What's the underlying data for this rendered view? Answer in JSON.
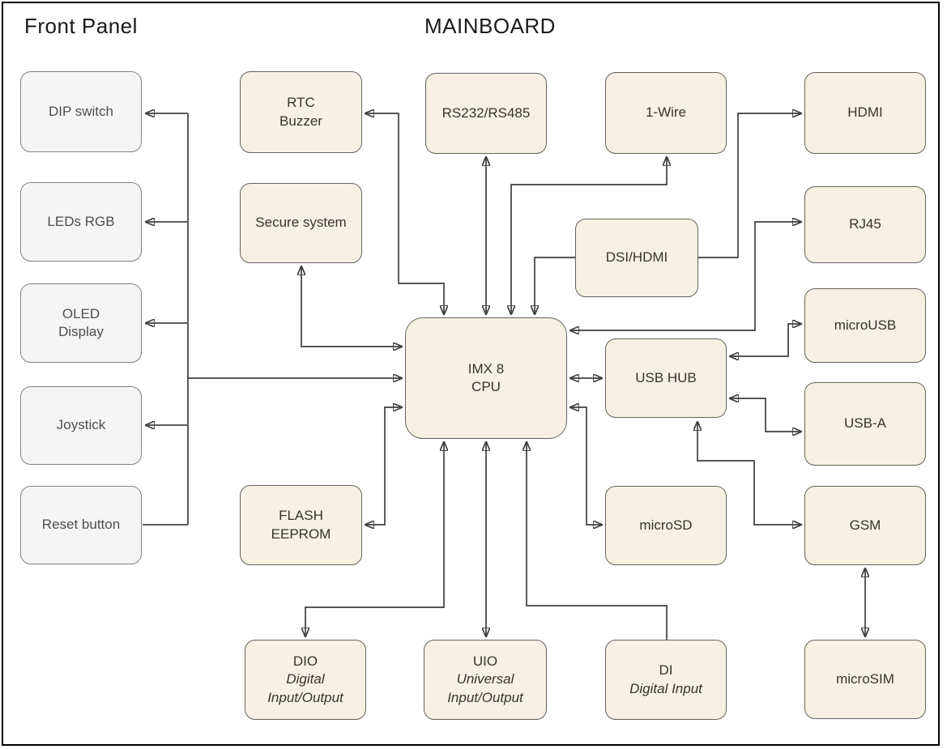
{
  "diagram": {
    "titles": {
      "front_panel": "Front Panel",
      "mainboard": "MAINBOARD"
    },
    "nodes": {
      "dip_switch": {
        "label": "DIP switch"
      },
      "leds_rgb": {
        "label": "LEDs RGB"
      },
      "oled_display": {
        "label": "OLED\nDisplay"
      },
      "joystick": {
        "label": "Joystick"
      },
      "reset_button": {
        "label": "Reset button"
      },
      "rtc_buzzer": {
        "label": "RTC\nBuzzer"
      },
      "secure_system": {
        "label": "Secure system"
      },
      "flash_eeprom": {
        "label": "FLASH\nEEPROM"
      },
      "rs232_rs485": {
        "label": "RS232/RS485"
      },
      "one_wire": {
        "label": "1-Wire"
      },
      "dsi_hdmi": {
        "label": "DSI/HDMI"
      },
      "cpu": {
        "label": "IMX 8\nCPU"
      },
      "usb_hub": {
        "label": "USB HUB"
      },
      "microsd": {
        "label": "microSD"
      },
      "hdmi": {
        "label": "HDMI"
      },
      "rj45": {
        "label": "RJ45"
      },
      "microusb": {
        "label": "microUSB"
      },
      "usb_a": {
        "label": "USB-A"
      },
      "gsm": {
        "label": "GSM"
      },
      "microsim": {
        "label": "microSIM"
      },
      "dio": {
        "label": "DIO",
        "sublabel": "Digital\nInput/Output"
      },
      "uio": {
        "label": "UIO",
        "sublabel": "Universal\nInput/Output"
      },
      "di": {
        "label": "DI",
        "sublabel": "Digital Input"
      }
    },
    "edges": [
      {
        "from": "front_panel_bus",
        "to": "dip_switch",
        "arrows": "to"
      },
      {
        "from": "front_panel_bus",
        "to": "leds_rgb",
        "arrows": "to"
      },
      {
        "from": "front_panel_bus",
        "to": "oled_display",
        "arrows": "to"
      },
      {
        "from": "front_panel_bus",
        "to": "joystick",
        "arrows": "to"
      },
      {
        "from": "front_panel_bus",
        "to": "reset_button",
        "arrows": "none"
      },
      {
        "from": "front_panel_bus",
        "to": "cpu",
        "arrows": "to"
      },
      {
        "from": "cpu",
        "to": "rtc_buzzer",
        "arrows": "both"
      },
      {
        "from": "cpu",
        "to": "secure_system",
        "arrows": "both"
      },
      {
        "from": "cpu",
        "to": "rs232_rs485",
        "arrows": "both"
      },
      {
        "from": "cpu",
        "to": "one_wire",
        "arrows": "both"
      },
      {
        "from": "dsi_hdmi",
        "to": "cpu",
        "arrows": "to"
      },
      {
        "from": "dsi_hdmi",
        "to": "hdmi",
        "arrows": "to"
      },
      {
        "from": "cpu",
        "to": "rj45",
        "arrows": "both"
      },
      {
        "from": "cpu",
        "to": "usb_hub",
        "arrows": "both"
      },
      {
        "from": "usb_hub",
        "to": "microusb",
        "arrows": "both"
      },
      {
        "from": "usb_hub",
        "to": "usb_a",
        "arrows": "both"
      },
      {
        "from": "gsm",
        "to": "usb_hub",
        "arrows": "both"
      },
      {
        "from": "cpu",
        "to": "flash_eeprom",
        "arrows": "both"
      },
      {
        "from": "cpu",
        "to": "microsd",
        "arrows": "both"
      },
      {
        "from": "cpu",
        "to": "dio",
        "arrows": "both"
      },
      {
        "from": "cpu",
        "to": "uio",
        "arrows": "both"
      },
      {
        "from": "di",
        "to": "cpu",
        "arrows": "to"
      },
      {
        "from": "gsm",
        "to": "microsim",
        "arrows": "both"
      }
    ],
    "colors": {
      "node_fill": "#f6f1e2",
      "front_panel_fill": "#f5f5f5",
      "line": "#3f3f3f",
      "frame": "#000000"
    }
  }
}
